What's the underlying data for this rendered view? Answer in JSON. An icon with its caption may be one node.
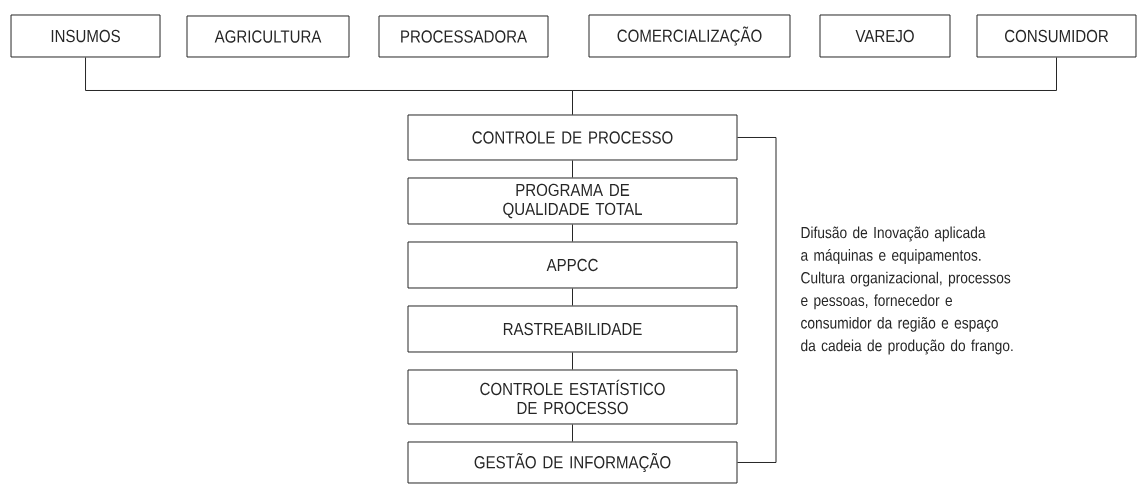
{
  "diagram": {
    "nodes": [
      {
        "text": [
          "INSUMOS"
        ]
      },
      {
        "text": [
          "AGRICULTURA"
        ]
      },
      {
        "text": [
          "PROCESSADORA"
        ]
      },
      {
        "text": [
          "COMERCIALIZAÇÃO"
        ]
      },
      {
        "text": [
          "VAREJO"
        ]
      },
      {
        "text": [
          "CONSUMIDOR"
        ]
      },
      {
        "text": [
          "CONTROLE DE PROCESSO"
        ]
      },
      {
        "text": [
          "PROGRAMA DE QUALIDADE TOTAL"
        ]
      },
      {
        "text": [
          "APPCC"
        ]
      },
      {
        "text": [
          "RASTREABILIDADE"
        ]
      },
      {
        "text": [
          "CONTROLE ESTATÍSTICO DE PROCESSO"
        ]
      },
      {
        "text": [
          "GESTÃO DE INFORMAÇÃO"
        ]
      }
    ],
    "edges": [
      {
        "from": 0,
        "to": 6,
        "arrow": "none"
      },
      {
        "from": 5,
        "to": 6,
        "arrow": "none"
      },
      {
        "from": 6,
        "to": 7,
        "arrow": "none"
      },
      {
        "from": 7,
        "to": 8,
        "arrow": "none"
      },
      {
        "from": 8,
        "to": 9,
        "arrow": "none"
      },
      {
        "from": 9,
        "to": 10,
        "arrow": "none"
      },
      {
        "from": 10,
        "to": 11,
        "arrow": "none"
      },
      {
        "from": 6,
        "to": 11,
        "arrow": "none"
      }
    ],
    "labels": [
      "Difusão de Inovação aplicada a máquinas e equipamentos. Cultura organizacional, processos e pessoas, fornecedor e consumidor da região e espaço da cadeia de produção do frango."
    ]
  }
}
